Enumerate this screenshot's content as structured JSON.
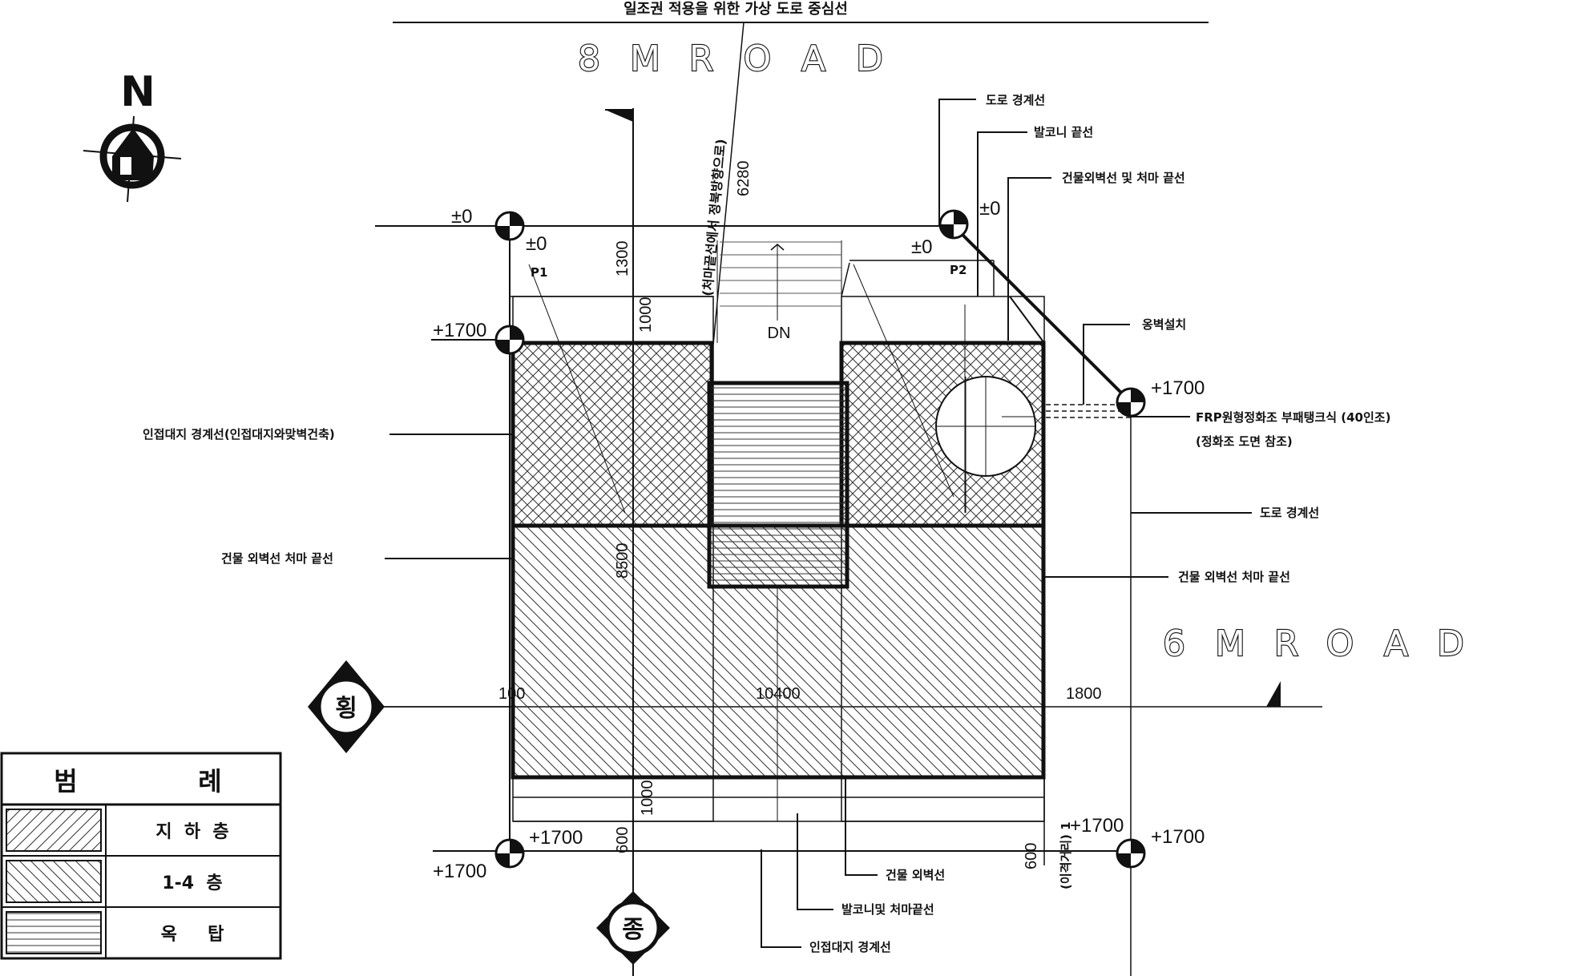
{
  "drawing": {
    "top_caption": "일조권 적용을 위한 가상 도로 중심선",
    "road_north": [
      "8",
      "M",
      "R",
      "O",
      "A",
      "D"
    ],
    "road_east": [
      "6",
      "M",
      "R",
      "O",
      "A",
      "D"
    ],
    "north_label": "N",
    "stair_label": "DN",
    "vertical_note": "(처마끝선에서 정북방향으로)",
    "point_labels": {
      "p1": "P1",
      "p2": "P2"
    },
    "levels": {
      "zero": "±0",
      "plus": "+1700"
    },
    "dimensions": {
      "d6280": "6280",
      "d1300": "1300",
      "d1000_top": "1000",
      "d8500": "8500",
      "d100": "100",
      "d10400": "10400",
      "d1800": "1800",
      "d1000_bottom": "1000",
      "d600_a": "600",
      "d600_b": "600"
    },
    "section_markers": {
      "west": "횡",
      "south": "종"
    },
    "annotations": {
      "road_boundary_top": "도로 경계선",
      "balcony_edge": "발코니 끝선",
      "wall_eave_edge": "건물외벽선 및 처마 끝선",
      "retaining_wall": "옹벽설치",
      "frp_tank": "FRP원형정화조 부패탱크식 (40인조)",
      "tank_note": "(정화조 도면 참조)",
      "road_boundary_right": "도로 경계선",
      "wall_eave_right": "건물 외벽선 처마 끝선",
      "adjacent_left": "인접대지 경계선(인접대지와맞벽건축)",
      "wall_eave_left": "건물 외벽선 처마 끝선",
      "outer_wall": "건물 외벽선",
      "balcony_eave": "발코니및 처마끝선",
      "adjacent_bottom": "인접대지 경계선",
      "bottom_vertical_note": "(이격거리) 1"
    }
  },
  "legend": {
    "title_left": "범",
    "title_right": "례",
    "rows": [
      {
        "pattern": "basement",
        "label": "지  하  층"
      },
      {
        "pattern": "floors",
        "label": "1-4  층"
      },
      {
        "pattern": "rooftop",
        "label": "옥     탑"
      }
    ]
  }
}
